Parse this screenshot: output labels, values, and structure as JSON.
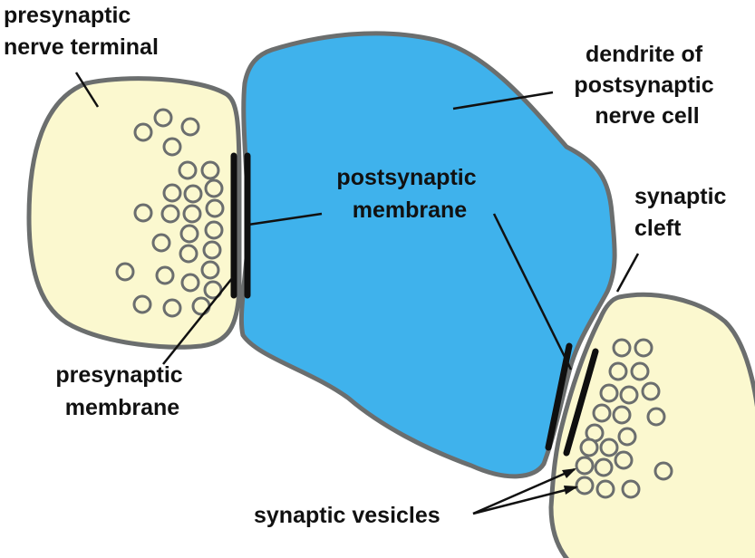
{
  "labels": {
    "presynaptic_terminal": [
      "presynaptic",
      "nerve terminal"
    ],
    "dendrite": [
      "dendrite of",
      "postsynaptic",
      "nerve cell"
    ],
    "postsynaptic_membrane": [
      "postsynaptic",
      "membrane"
    ],
    "synaptic_cleft": [
      "synaptic",
      "cleft"
    ],
    "presynaptic_membrane": [
      "presynaptic",
      "membrane"
    ],
    "synaptic_vesicles": "synaptic vesicles"
  },
  "colors": {
    "terminal_fill": "#fbf8cf",
    "dendrite_fill": "#3fb2ec",
    "outline": "#6b6e6e",
    "membrane": "#0f0f0f",
    "text": "#111111"
  }
}
